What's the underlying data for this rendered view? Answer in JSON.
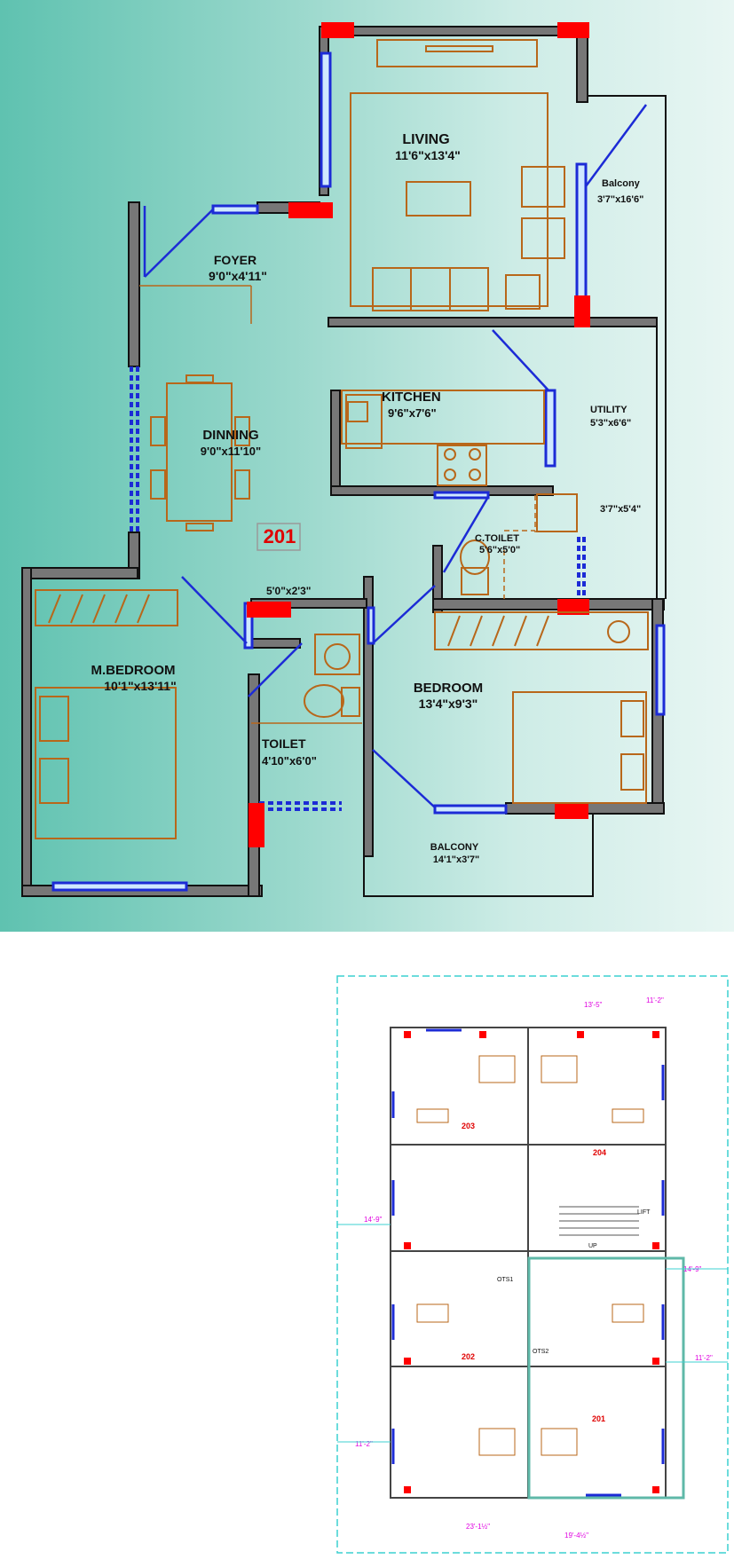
{
  "unit_number": "201",
  "rooms": {
    "living": {
      "name": "LIVING",
      "size": "11'6\"x13'4\""
    },
    "balcony_top": {
      "name": "Balcony",
      "size": "3'7\"x16'6\""
    },
    "foyer": {
      "name": "FOYER",
      "size": "9'0\"x4'11\""
    },
    "kitchen": {
      "name": "KITCHEN",
      "size": "9'6\"x7'6\""
    },
    "utility": {
      "name": "UTILITY",
      "size": "5'3\"x6'6\""
    },
    "dinning": {
      "name": "DINNING",
      "size": "9'0\"x11'10\""
    },
    "c_toilet": {
      "name": "C.TOILET",
      "size": "5'6\"x5'0\""
    },
    "c_toilet_dim": {
      "size": "3'7\"x5'4\""
    },
    "passage": {
      "size": "5'0\"x2'3\""
    },
    "m_bedroom": {
      "name": "M.BEDROOM",
      "size": "10'1\"x13'11\""
    },
    "bedroom": {
      "name": "BEDROOM",
      "size": "13'4\"x9'3\""
    },
    "toilet": {
      "name": "TOILET",
      "size": "4'10\"x6'0\""
    },
    "balcony_bottom": {
      "name": "BALCONY",
      "size": "14'1\"x3'7\""
    }
  },
  "key_plan": {
    "units": [
      "201",
      "202",
      "203",
      "204"
    ],
    "labels": {
      "lift": "LIFT",
      "up": "UP",
      "ots1": "OTS1",
      "ots2": "OTS2"
    },
    "dimensions": [
      "13'-5\"",
      "11'-2\"",
      "14'-9\"",
      "14'-9\"",
      "11'-2\"",
      "11'-2\"",
      "23'-1½\"",
      "19'-4½\""
    ]
  },
  "colors": {
    "wall": "#777777",
    "window": "#1c2bd6",
    "column": "#ff0000",
    "furniture": "#b8671a",
    "unit_label": "#e00000",
    "highlight": "#5fb8a8",
    "site_border": "#3cd0d0",
    "dimension": "#e000e0"
  }
}
